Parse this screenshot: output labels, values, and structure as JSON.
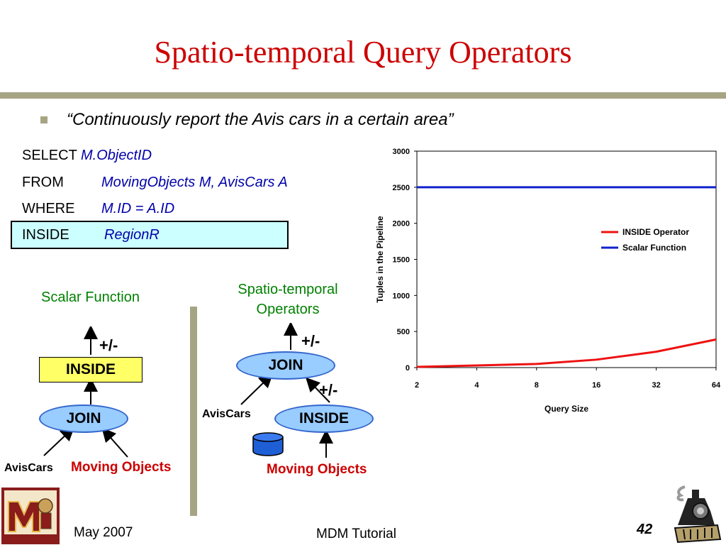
{
  "title": "Spatio-temporal Query Operators",
  "bullet": "“Continuously report the Avis cars in a certain area”",
  "query": {
    "select_kw": "SELECT",
    "select_val": "M.ObjectID",
    "from_kw": "FROM",
    "from_val": "MovingObjects M, AvisCars A",
    "where_kw": "WHERE",
    "where_val": "M.ID = A.ID",
    "inside_kw": "INSIDE",
    "inside_val": "RegionR"
  },
  "scalar_plan": {
    "heading": "Scalar Function",
    "plus_minus": "+/-",
    "inside": "INSIDE",
    "join": "JOIN",
    "aviscars": "AvisCars",
    "moving": "Moving Objects"
  },
  "st_plan": {
    "heading_line1": "Spatio-temporal",
    "heading_line2": "Operators",
    "plus_minus_top": "+/-",
    "plus_minus_mid": "+/-",
    "join": "JOIN",
    "inside": "INSIDE",
    "aviscars": "AvisCars",
    "moving": "Moving Objects"
  },
  "footer": {
    "date": "May 2007",
    "center": "MDM Tutorial",
    "page": "42"
  },
  "colors": {
    "title": "#cc0000",
    "rule": "#a5a583",
    "inside_series": "#ee1111",
    "scalar_series": "#1122cc"
  },
  "chart_data": {
    "type": "line",
    "x": [
      "2",
      "4",
      "8",
      "16",
      "32",
      "64"
    ],
    "xlabel": "Query Size",
    "ylabel": "Tuples in the Pipeline",
    "ylim": [
      0,
      3000
    ],
    "yticks": [
      "0",
      "500",
      "1000",
      "1500",
      "2000",
      "2500",
      "3000"
    ],
    "series": [
      {
        "name": "INSIDE Operator",
        "values": [
          10,
          30,
          50,
          110,
          220,
          390
        ],
        "color": "#ee1111"
      },
      {
        "name": "Scalar Function",
        "values": [
          2500,
          2500,
          2500,
          2500,
          2500,
          2500
        ],
        "color": "#1122cc"
      }
    ],
    "grid": false,
    "legend": "right"
  }
}
